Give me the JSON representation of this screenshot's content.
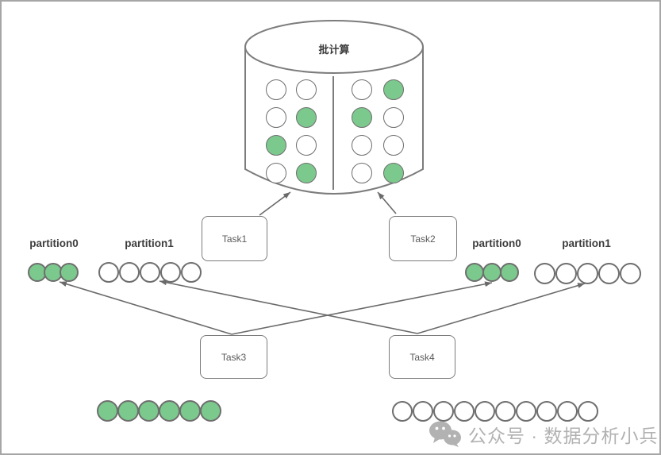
{
  "colors": {
    "green": "#7cc98d",
    "circle_stroke": "#6e6e6e",
    "shape_stroke": "#7c7c7c",
    "arrow": "#6a6a6a",
    "label_text": "#3d3d3d",
    "task_text": "#5a5a5a",
    "watermark_text": "#b2b2b2"
  },
  "cylinder": {
    "title": "批计算",
    "left_grid": [
      [
        "white",
        "white"
      ],
      [
        "white",
        "green"
      ],
      [
        "green",
        "white"
      ],
      [
        "white",
        "green"
      ]
    ],
    "right_grid": [
      [
        "white",
        "green"
      ],
      [
        "green",
        "white"
      ],
      [
        "white",
        "white"
      ],
      [
        "white",
        "green"
      ]
    ]
  },
  "tasks": [
    {
      "label": "Task1"
    },
    {
      "label": "Task2"
    },
    {
      "label": "Task3"
    },
    {
      "label": "Task4"
    }
  ],
  "partitions": {
    "left": [
      {
        "label": "partition0",
        "circles": [
          "green",
          "green",
          "green"
        ]
      },
      {
        "label": "partition1",
        "circles": [
          "white",
          "white",
          "white",
          "white",
          "white"
        ]
      }
    ],
    "right": [
      {
        "label": "partition0",
        "circles": [
          "green",
          "green",
          "green"
        ]
      },
      {
        "label": "partition1",
        "circles": [
          "white",
          "white",
          "white",
          "white",
          "white"
        ]
      }
    ]
  },
  "bottom_rows": {
    "left": {
      "circles": [
        "green",
        "green",
        "green",
        "green",
        "green",
        "green"
      ]
    },
    "right": {
      "circles": [
        "white",
        "white",
        "white",
        "white",
        "white",
        "white",
        "white",
        "white",
        "white",
        "white"
      ]
    }
  },
  "watermark": {
    "icon": "wechat-icon",
    "text": "公众号 · 数据分析小兵"
  }
}
